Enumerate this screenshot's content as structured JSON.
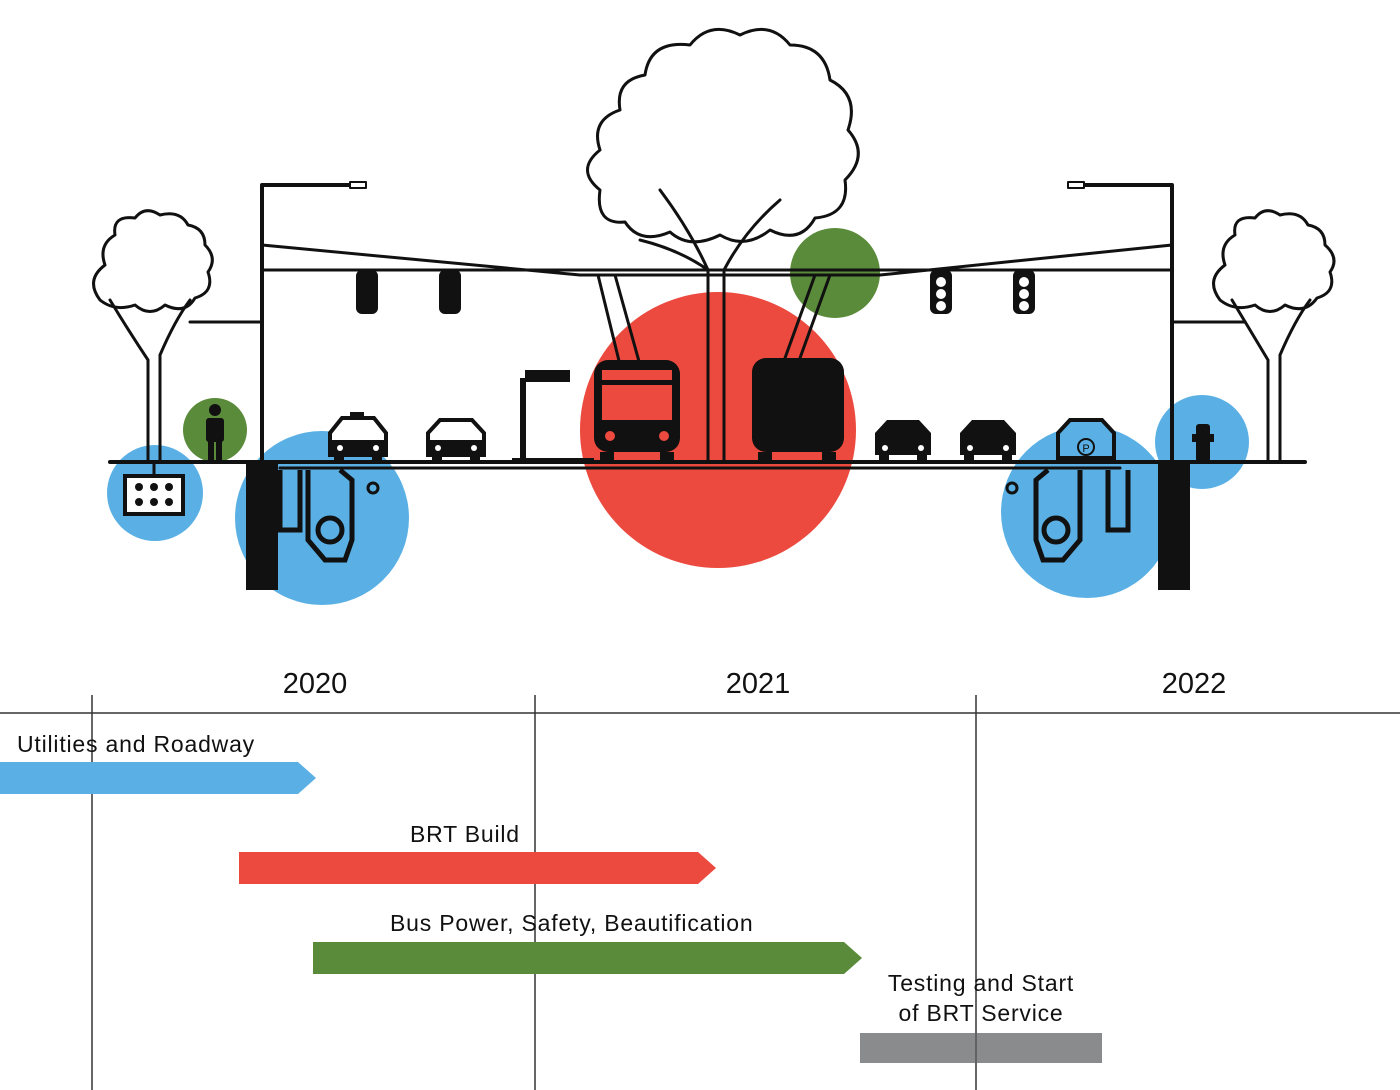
{
  "timeline": {
    "years": [
      "2020",
      "2021",
      "2022"
    ],
    "phases": [
      {
        "label": "Utilities and Roadway",
        "color": "#5ab0e4"
      },
      {
        "label": "BRT Build",
        "color": "#ec4a3f"
      },
      {
        "label": "Bus Power, Safety, Beautification",
        "color": "#5a8b3a"
      },
      {
        "label_line1": "Testing and Start",
        "label_line2": "of BRT Service",
        "color": "#8a8b8d"
      }
    ]
  },
  "colors": {
    "utilities": "#5ab0e4",
    "brt_build": "#ec4a3f",
    "bus_power": "#5a8b3a",
    "testing": "#8a8b8d",
    "ink": "#111111"
  },
  "icons": [
    "tree-icon",
    "pedestrian-icon",
    "catch-basin-icon",
    "utility-vault-icon",
    "taxi-icon",
    "car-icon",
    "bus-shelter-icon",
    "trolleybus-icon",
    "traffic-signal-icon",
    "streetlight-icon",
    "parking-car-icon",
    "fire-hydrant-icon"
  ]
}
